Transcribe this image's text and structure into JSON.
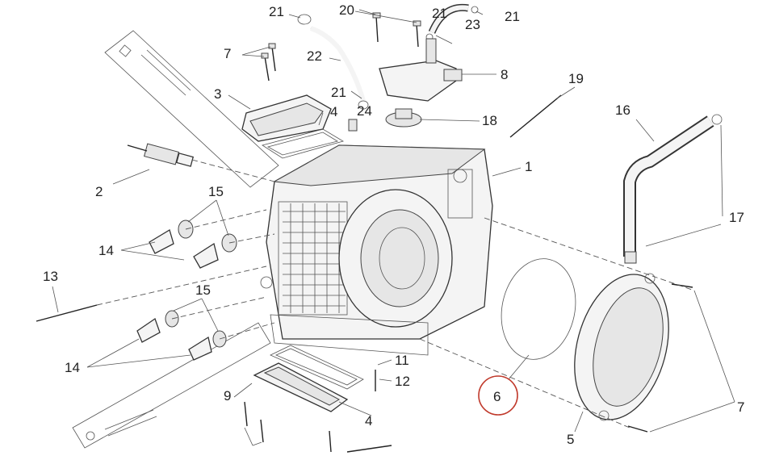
{
  "diagram": {
    "callouts": [
      {
        "id": "c21a",
        "text": "21"
      },
      {
        "id": "c20",
        "text": "20"
      },
      {
        "id": "c21b",
        "text": "21"
      },
      {
        "id": "c23",
        "text": "23"
      },
      {
        "id": "c21c",
        "text": "21"
      },
      {
        "id": "c7a",
        "text": "7"
      },
      {
        "id": "c22",
        "text": "22"
      },
      {
        "id": "c8",
        "text": "8"
      },
      {
        "id": "c19",
        "text": "19"
      },
      {
        "id": "c3",
        "text": "3"
      },
      {
        "id": "c21d",
        "text": "21"
      },
      {
        "id": "c4a",
        "text": "4"
      },
      {
        "id": "c24",
        "text": "24"
      },
      {
        "id": "c18",
        "text": "18"
      },
      {
        "id": "c16",
        "text": "16"
      },
      {
        "id": "c1",
        "text": "1"
      },
      {
        "id": "c2",
        "text": "2"
      },
      {
        "id": "c15a",
        "text": "15"
      },
      {
        "id": "c17",
        "text": "17"
      },
      {
        "id": "c14a",
        "text": "14"
      },
      {
        "id": "c13",
        "text": "13"
      },
      {
        "id": "c15b",
        "text": "15"
      },
      {
        "id": "c14b",
        "text": "14"
      },
      {
        "id": "c11",
        "text": "11"
      },
      {
        "id": "c12",
        "text": "12"
      },
      {
        "id": "c6",
        "text": "6"
      },
      {
        "id": "c9",
        "text": "9"
      },
      {
        "id": "c4b",
        "text": "4"
      },
      {
        "id": "c7b",
        "text": "7"
      },
      {
        "id": "c5",
        "text": "5"
      }
    ],
    "highlight_color": "#c0392b"
  }
}
